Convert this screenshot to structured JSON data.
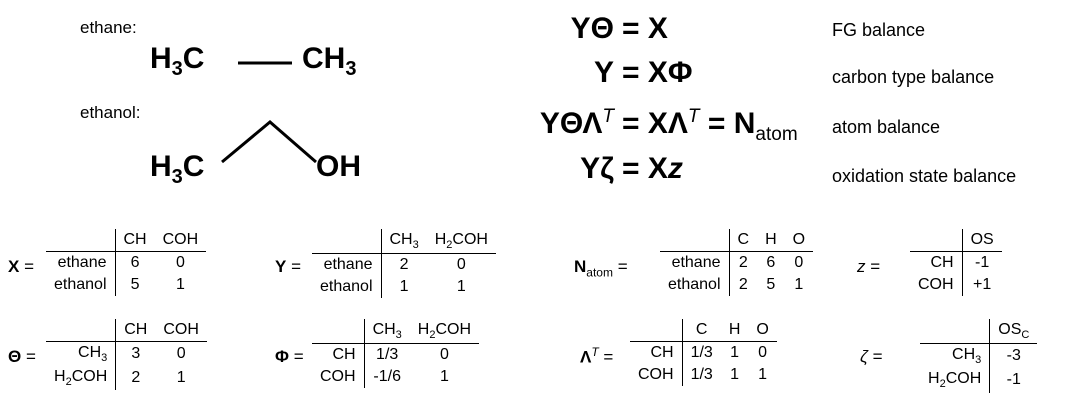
{
  "molecules": [
    {
      "label": "ethane:",
      "formula_left": "H",
      "sub_left": "3",
      "formula_left2": "C",
      "formula_right": "CH",
      "sub_right": "3"
    },
    {
      "label": "ethanol:",
      "formula_left": "H",
      "sub_left": "3",
      "formula_left2": "C",
      "formula_right": "OH"
    }
  ],
  "equations": [
    {
      "lhs": "YΘ",
      "eq": "=",
      "rhs": "X",
      "desc": "FG balance"
    },
    {
      "lhs": "Y",
      "eq": "=",
      "rhs": "XΦ",
      "desc": "carbon type balance"
    },
    {
      "lhs": "YΘΛ",
      "sup": "T",
      "eq": "=",
      "mid": "XΛ",
      "sup2": "T",
      "eq2": "=",
      "rhs": "N",
      "rhs_sub": "atom",
      "desc": "atom balance"
    },
    {
      "lhs": "Yζ",
      "eq": "=",
      "rhs": "X",
      "rhs_it": "z",
      "desc": "oxidation state balance"
    }
  ],
  "matrices": {
    "X": {
      "label": "X",
      "eq": "=",
      "cols": [
        "CH",
        "COH"
      ],
      "rows": [
        {
          "name": "ethane",
          "vals": [
            "6",
            "0"
          ]
        },
        {
          "name": "ethanol",
          "vals": [
            "5",
            "1"
          ]
        }
      ]
    },
    "Y": {
      "label": "Y",
      "eq": "=",
      "cols": [
        [
          "CH",
          "3",
          ""
        ],
        [
          "H",
          "2",
          "COH"
        ]
      ],
      "rows": [
        {
          "name": "ethane",
          "vals": [
            "2",
            "0"
          ]
        },
        {
          "name": "ethanol",
          "vals": [
            "1",
            "1"
          ]
        }
      ]
    },
    "N": {
      "label": "N",
      "label_sub": "atom",
      "eq": "=",
      "cols": [
        "C",
        "H",
        "O"
      ],
      "rows": [
        {
          "name": "ethane",
          "vals": [
            "2",
            "6",
            "0"
          ]
        },
        {
          "name": "ethanol",
          "vals": [
            "2",
            "5",
            "1"
          ]
        }
      ]
    },
    "z": {
      "label": "z",
      "eq": "=",
      "cols": [
        "OS"
      ],
      "rows": [
        {
          "name": "CH",
          "vals": [
            "-1"
          ]
        },
        {
          "name": "COH",
          "vals": [
            "+1"
          ]
        }
      ]
    },
    "Theta": {
      "label": "Θ",
      "eq": "=",
      "cols": [
        "CH",
        "COH"
      ],
      "rows": [
        {
          "name": [
            "CH",
            "3",
            ""
          ],
          "vals": [
            "3",
            "0"
          ]
        },
        {
          "name": [
            "H",
            "2",
            "COH"
          ],
          "vals": [
            "2",
            "1"
          ]
        }
      ]
    },
    "Phi": {
      "label": "Φ",
      "eq": "=",
      "cols": [
        [
          "CH",
          "3",
          ""
        ],
        [
          "H",
          "2",
          "COH"
        ]
      ],
      "rows": [
        {
          "name": "CH",
          "vals": [
            "1/3",
            "0"
          ]
        },
        {
          "name": "COH",
          "vals": [
            "-1/6",
            "1"
          ]
        }
      ]
    },
    "LambdaT": {
      "label": "Λ",
      "label_sup": "T",
      "eq": "=",
      "cols": [
        "C",
        "H",
        "O"
      ],
      "rows": [
        {
          "name": "CH",
          "vals": [
            "1/3",
            "1",
            "0"
          ]
        },
        {
          "name": "COH",
          "vals": [
            "1/3",
            "1",
            "1"
          ]
        }
      ]
    },
    "zeta": {
      "label": "ζ",
      "eq": "=",
      "cols": [
        [
          "OS",
          "C",
          ""
        ]
      ],
      "rows": [
        {
          "name": [
            "CH",
            "3",
            ""
          ],
          "vals": [
            "-3"
          ]
        },
        {
          "name": [
            "H",
            "2",
            "COH"
          ],
          "vals": [
            "-1"
          ]
        }
      ]
    }
  }
}
